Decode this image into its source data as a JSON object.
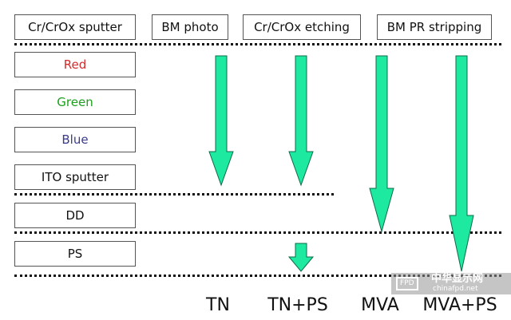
{
  "top_steps": [
    "Cr/CrOx sputter",
    "BM photo",
    "Cr/CrOx etching",
    "BM PR stripping"
  ],
  "left_steps": [
    {
      "label": "Red",
      "color": "#d42a2a"
    },
    {
      "label": "Green",
      "color": "#1ea01e"
    },
    {
      "label": "Blue",
      "color": "#3a3a8c"
    },
    {
      "label": "ITO sputter",
      "color": "#111111"
    },
    {
      "label": "DD",
      "color": "#111111"
    },
    {
      "label": "PS",
      "color": "#111111"
    }
  ],
  "modes": [
    "TN",
    "TN+PS",
    "MVA",
    "MVA+PS"
  ],
  "arrow_color": "#1de9a0",
  "watermark": {
    "logo": "FPD",
    "name": "中华显示网",
    "url": "chinafpd.net"
  }
}
